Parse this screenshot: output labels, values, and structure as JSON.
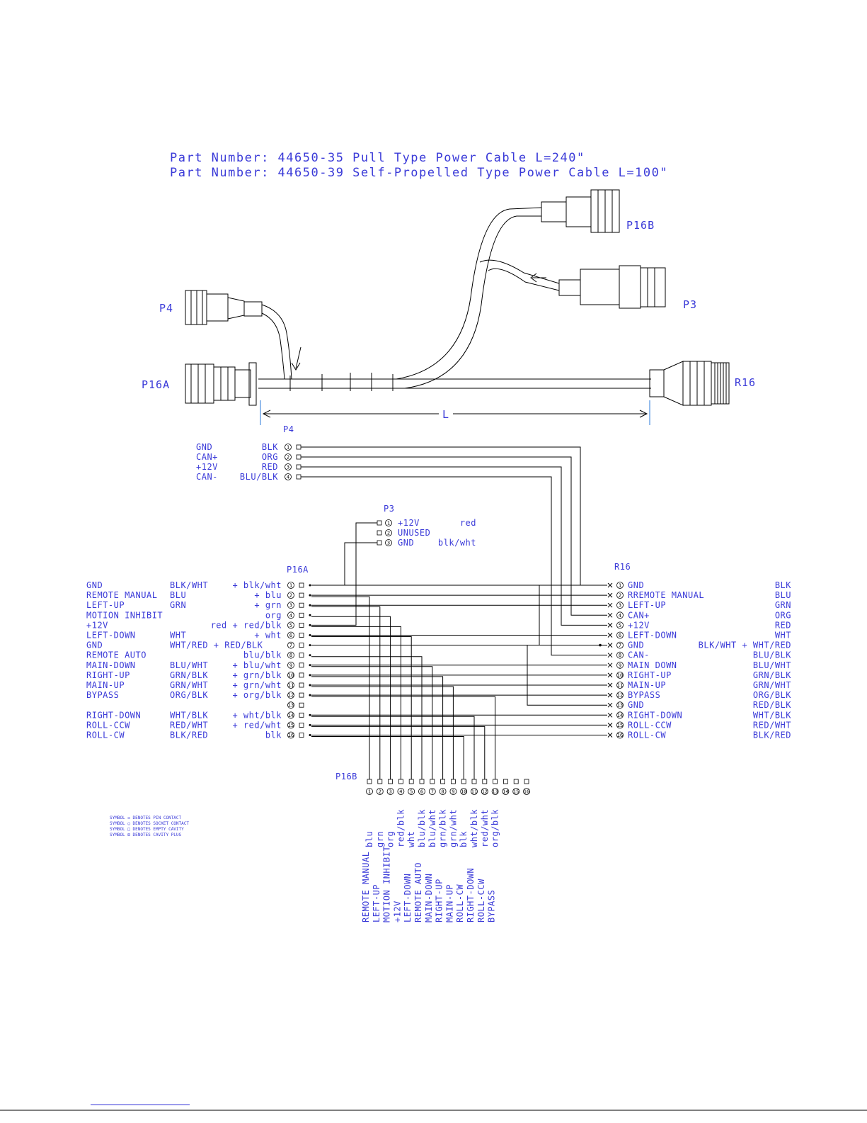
{
  "title_lines": [
    "Part Number: 44650-35 Pull Type           Power Cable  L=240\"",
    "Part Number: 44650-39 Self-Propelled Type Power Cable  L=100\""
  ],
  "labels": {
    "p16b": "P16B",
    "p3": "P3",
    "p4": "P4",
    "p16a": "P16A",
    "r16": "R16",
    "length": "L",
    "p4_diagram": "P4",
    "p3_diagram": "P3",
    "p16a_diagram": "P16A",
    "r16_diagram": "R16",
    "p16b_diagram": "P16B"
  },
  "p4_pins": [
    {
      "num": "1",
      "func": "GND",
      "color": "BLK"
    },
    {
      "num": "2",
      "func": "CAN+",
      "color": "ORG"
    },
    {
      "num": "3",
      "func": "+12V",
      "color": "RED"
    },
    {
      "num": "4",
      "func": "CAN-",
      "color": "BLU/BLK"
    }
  ],
  "p3_pins": [
    {
      "num": "1",
      "func": "+12V",
      "color": "red"
    },
    {
      "num": "2",
      "func": "UNUSED",
      "color": ""
    },
    {
      "num": "3",
      "func": "GND",
      "color": "blk/wht"
    }
  ],
  "p16a_pins": [
    {
      "num": "1",
      "func": "GND",
      "color": "BLK/WHT",
      "wire": "+ blk/wht"
    },
    {
      "num": "2",
      "func": "REMOTE MANUAL",
      "color": "BLU",
      "wire": "+ blu"
    },
    {
      "num": "3",
      "func": "LEFT-UP",
      "color": "GRN",
      "wire": "+ grn"
    },
    {
      "num": "4",
      "func": "MOTION INHIBIT",
      "color": "",
      "wire": "org"
    },
    {
      "num": "5",
      "func": "+12V",
      "color": "",
      "wire": "red + red/blk"
    },
    {
      "num": "6",
      "func": "LEFT-DOWN",
      "color": "WHT",
      "wire": "+ wht"
    },
    {
      "num": "7",
      "func": "GND",
      "color": "WHT/RED + RED/BLK",
      "wire": ""
    },
    {
      "num": "8",
      "func": "REMOTE AUTO",
      "color": "",
      "wire": "blu/blk"
    },
    {
      "num": "9",
      "func": "MAIN-DOWN",
      "color": "BLU/WHT",
      "wire": "+ blu/wht"
    },
    {
      "num": "10",
      "func": "RIGHT-UP",
      "color": "GRN/BLK",
      "wire": "+ grn/blk"
    },
    {
      "num": "11",
      "func": "MAIN-UP",
      "color": "GRN/WHT",
      "wire": "+ grn/wht"
    },
    {
      "num": "12",
      "func": "BYPASS",
      "color": "ORG/BLK",
      "wire": "+ org/blk"
    },
    {
      "num": "13",
      "func": "",
      "color": "",
      "wire": ""
    },
    {
      "num": "14",
      "func": "RIGHT-DOWN",
      "color": "WHT/BLK",
      "wire": "+ wht/blk"
    },
    {
      "num": "15",
      "func": "ROLL-CCW",
      "color": "RED/WHT",
      "wire": "+ red/wht"
    },
    {
      "num": "16",
      "func": "ROLL-CW",
      "color": "BLK/RED",
      "wire": "blk"
    }
  ],
  "r16_pins": [
    {
      "num": "1",
      "func": "GND",
      "color": "BLK"
    },
    {
      "num": "2",
      "func": "RREMOTE MANUAL",
      "color": "BLU"
    },
    {
      "num": "3",
      "func": "LEFT-UP",
      "color": "GRN"
    },
    {
      "num": "4",
      "func": "CAN+",
      "color": "ORG"
    },
    {
      "num": "5",
      "func": "+12V",
      "color": "RED"
    },
    {
      "num": "6",
      "func": "LEFT-DOWN",
      "color": "WHT"
    },
    {
      "num": "7",
      "func": "GND",
      "color": "BLK/WHT + WHT/RED"
    },
    {
      "num": "8",
      "func": "CAN-",
      "color": "BLU/BLK"
    },
    {
      "num": "9",
      "func": "MAIN DOWN",
      "color": "BLU/WHT"
    },
    {
      "num": "10",
      "func": "RIGHT-UP",
      "color": "GRN/BLK"
    },
    {
      "num": "11",
      "func": "MAIN-UP",
      "color": "GRN/WHT"
    },
    {
      "num": "12",
      "func": "BYPASS",
      "color": "ORG/BLK"
    },
    {
      "num": "13",
      "func": "GND",
      "color": "RED/BLK"
    },
    {
      "num": "14",
      "func": "RIGHT-DOWN",
      "color": "WHT/BLK"
    },
    {
      "num": "15",
      "func": "ROLL-CCW",
      "color": "RED/WHT"
    },
    {
      "num": "16",
      "func": "ROLL-CW",
      "color": "BLK/RED"
    }
  ],
  "p16b_pins": [
    {
      "num": "1",
      "color": "blu",
      "func": "REMOTE MANUAL"
    },
    {
      "num": "2",
      "color": "grn",
      "func": "LEFT-UP"
    },
    {
      "num": "3",
      "color": "org",
      "func": "MOTION INHIBIT"
    },
    {
      "num": "4",
      "color": "red/blk",
      "func": "+12V"
    },
    {
      "num": "5",
      "color": "wht",
      "func": "LEFT-DOWN"
    },
    {
      "num": "6",
      "color": "blu/blk",
      "func": "REMOTE AUTO"
    },
    {
      "num": "7",
      "color": "blu/wht",
      "func": "MAIN-DOWN"
    },
    {
      "num": "8",
      "color": "grn/blk",
      "func": "RIGHT-UP"
    },
    {
      "num": "9",
      "color": "grn/wht",
      "func": "MAIN-UP"
    },
    {
      "num": "10",
      "color": "blk",
      "func": "ROLL-CW"
    },
    {
      "num": "11",
      "color": "wht/blk",
      "func": "RIGHT-DOWN"
    },
    {
      "num": "12",
      "color": "red/wht",
      "func": "ROLL-CCW"
    },
    {
      "num": "13",
      "color": "org/blk",
      "func": "BYPASS"
    },
    {
      "num": "14",
      "color": "",
      "func": ""
    },
    {
      "num": "15",
      "color": "",
      "func": ""
    },
    {
      "num": "16",
      "color": "",
      "func": ""
    }
  ],
  "legend": [
    "SYMBOL  ☒  DENOTES PIN CONTACT",
    "SYMBOL  ◯  DENOTES SOCKET CONTACT",
    "SYMBOL  □  DENOTES EMPTY CAVITY",
    "SYMBOL  ⊞  DENOTES CAVITY PLUG"
  ]
}
